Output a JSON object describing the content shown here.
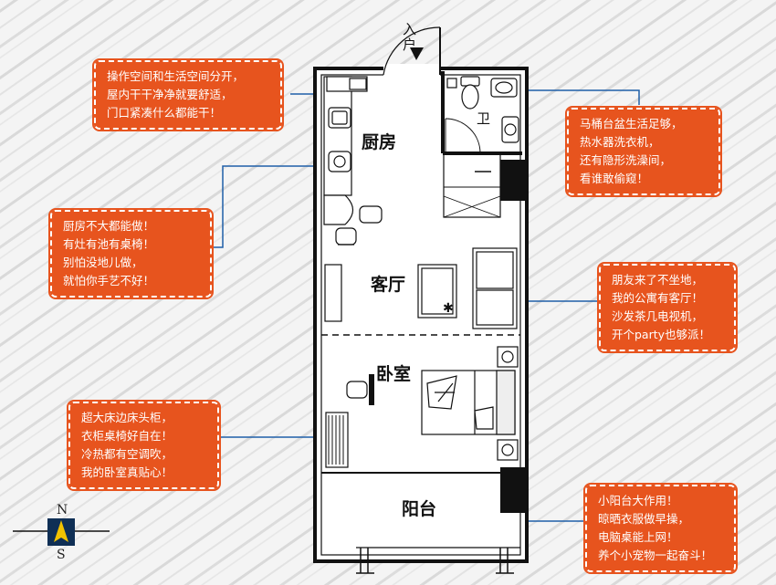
{
  "entrance_label": "入户",
  "rooms": {
    "kitchen": "厨房",
    "bathroom": "卫",
    "living": "客厅",
    "bedroom": "卧室",
    "balcony": "阳台"
  },
  "compass": {
    "north": "N",
    "south": "S"
  },
  "callouts": {
    "entry": [
      "操作空间和生活空间分开，",
      "屋内干干净净就要舒适，",
      "门口紧凑什么都能干！"
    ],
    "kitchen": [
      "厨房不大都能做！",
      "有灶有池有桌椅！",
      "别怕没地儿做，",
      "就怕你手艺不好！"
    ],
    "bedroom": [
      "超大床边床头柜，",
      "衣柜桌椅好自在！",
      "冷热都有空调吹，",
      "我的卧室真贴心！"
    ],
    "bathroom": [
      "马桶台盆生活足够，",
      "热水器洗衣机，",
      "还有隐形洗澡间，",
      "看谁敢偷窥！"
    ],
    "living": [
      "朋友来了不坐地，",
      "我的公寓有客厅！",
      "沙发茶几电视机，",
      "开个party也够派！"
    ],
    "balcony": [
      "小阳台大作用！",
      "晾晒衣服做早操，",
      "电脑桌能上网！",
      "养个小宠物一起奋斗！"
    ]
  },
  "colors": {
    "callout_bg": "#e7541e",
    "leader_line": "#1f5fa8",
    "wall": "#111111"
  }
}
